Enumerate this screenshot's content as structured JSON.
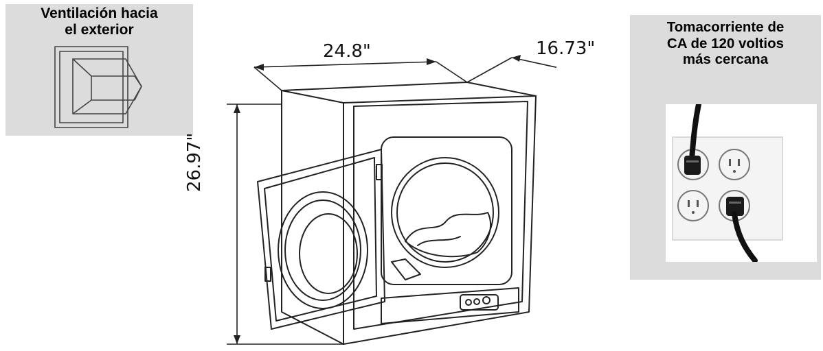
{
  "vent_panel": {
    "title_lines": [
      "Ventilación hacia",
      "el exterior"
    ],
    "icon": "wall-vent-icon"
  },
  "outlet_panel": {
    "title_lines": [
      "Tomacorriente de",
      "CA de 120 voltios",
      "más cercana"
    ],
    "icon": "wall-outlet-icon"
  },
  "dimensions": {
    "width": "24.8\"",
    "depth": "16.73\"",
    "height": "26.97\""
  },
  "colors": {
    "panel_background": "#dcdcdc",
    "line_art": "#222222"
  }
}
